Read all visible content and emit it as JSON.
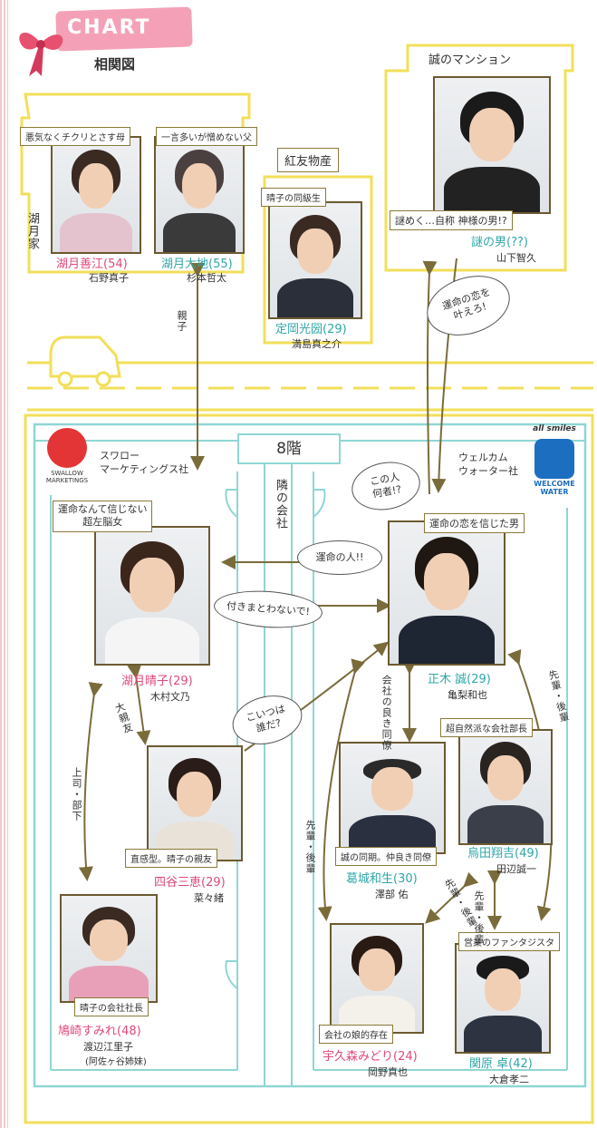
{
  "header": {
    "chart_label": "CHART",
    "subtitle": "相関図"
  },
  "places": {
    "mansion": "誠のマンション",
    "kouyuu": "紅友物産",
    "kozuki_house": "湖月家",
    "floor": "8階",
    "next_company": "隣の会社",
    "swallow": "スワロー\nマーケティングス社",
    "welcome": "ウェルカム\nウォーター社",
    "swallow_logo": "SWALLOW MARKETINGS",
    "welcome_logo_top": "all smiles",
    "welcome_logo_bottom": "WELCOME WATER"
  },
  "people": {
    "yoshie": {
      "tag": "悪気なくチクリとさす母",
      "name": "湖月善江(54)",
      "actor": "石野真子"
    },
    "daichi": {
      "tag": "一言多いが憎めない父",
      "name": "湖月大地(55)",
      "actor": "杉本哲太"
    },
    "mitsuzono": {
      "tag": "晴子の同級生",
      "name": "定岡光圀(29)",
      "actor": "満島真之介"
    },
    "nazo": {
      "tag": "謎めく…自称 神様の男!?",
      "name": "謎の男(??)",
      "actor": "山下智久"
    },
    "haruko": {
      "tag": "運命なんて信じない\n超左脳女",
      "name": "湖月晴子(29)",
      "actor": "木村文乃"
    },
    "makoto": {
      "tag": "運命の恋を信じた男",
      "name": "正木 誠(29)",
      "actor": "亀梨和也"
    },
    "mie": {
      "tag": "直感型。晴子の親友",
      "name": "四谷三恵(29)",
      "actor": "菜々緒"
    },
    "kazuo": {
      "tag": "誠の同期。仲良き同僚",
      "name": "葛城和生(30)",
      "actor": "澤部 佑"
    },
    "shokichi": {
      "tag": "超自然派な会社部長",
      "name": "烏田翔吉(49)",
      "actor": "田辺誠一"
    },
    "sumire": {
      "tag": "晴子の会社社長",
      "name": "鳩崎すみれ(48)",
      "actor": "渡辺江里子",
      "actor_note": "(阿佐ヶ谷姉妹)"
    },
    "midori": {
      "tag": "会社の娘的存在",
      "name": "宇久森みどり(24)",
      "actor": "岡野真也"
    },
    "taku": {
      "tag": "営業のファンタジスタ",
      "name": "関原 卓(42)",
      "actor": "大倉孝二"
    }
  },
  "relations": {
    "oyako": "親子",
    "unmei_koi": "運命の恋を\n叶えろ!",
    "kono_hito": "この人\n何者!?",
    "unmei_hito": "運命の人!!",
    "tsukimatowa": "付きまとわないで!",
    "koitsu": "こいつは\n誰だ?",
    "dai_shinyu": "大親友",
    "joshi_buka": "上司・部下",
    "kaisha_dokyo": "会社の良き同僚",
    "senpai_kohai_1": "先輩・後輩",
    "senpai_kohai_2": "先輩・後輩",
    "senpai_kohai_3": "先輩・後輩",
    "senpai_kohai_4": "先輩・後輩"
  },
  "colors": {
    "pink": "#e0497a",
    "teal": "#2ea6a8",
    "yellow": "#f5e46a",
    "arrow": "#7a6c3a"
  }
}
